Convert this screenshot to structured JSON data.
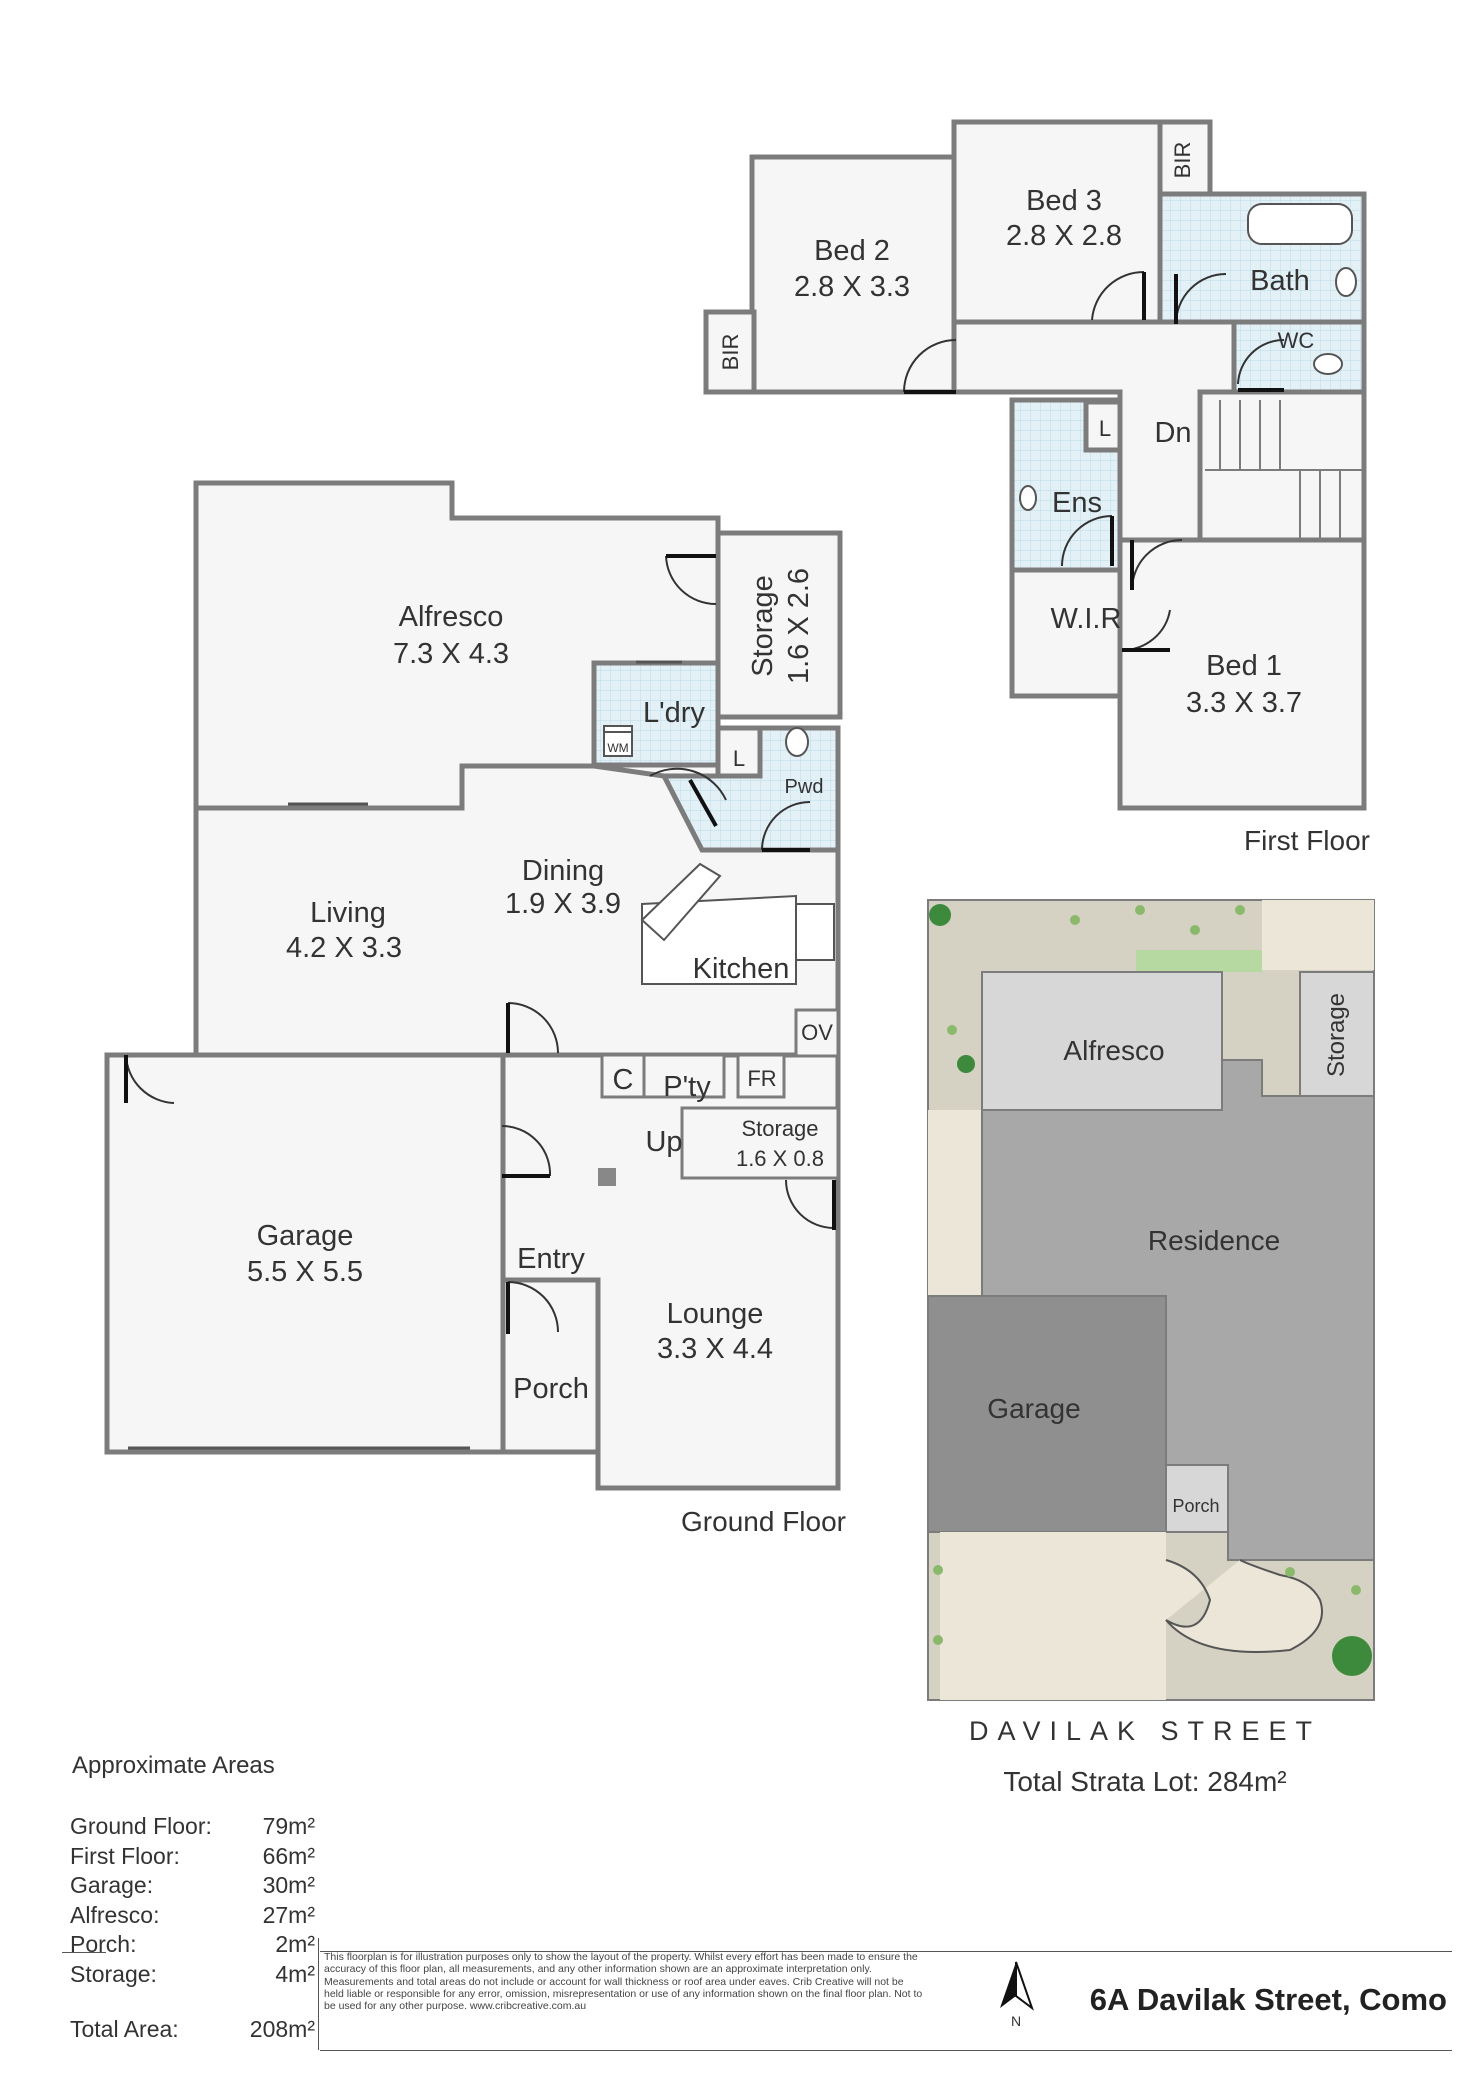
{
  "rooms": {
    "bed2": {
      "name": "Bed 2",
      "dims": "2.8 X 3.3"
    },
    "bed3": {
      "name": "Bed 3",
      "dims": "2.8 X 2.8"
    },
    "bed1": {
      "name": "Bed 1",
      "dims": "3.3 X 3.7"
    },
    "bath": "Bath",
    "wc": "WC",
    "bir": "BIR",
    "linen": "L",
    "down": "Dn",
    "ensuite": "Ens",
    "wir": "W.I.R",
    "alfresco": {
      "name": "Alfresco",
      "dims": "7.3 X 4.3"
    },
    "storage_large": {
      "name": "Storage",
      "dims": "1.6 X 2.6"
    },
    "laundry": "L'dry",
    "washing_machine": "WM",
    "powder": "Pwd",
    "dining": {
      "name": "Dining",
      "dims": "1.9 X 3.9"
    },
    "living": {
      "name": "Living",
      "dims": "4.2 X 3.3"
    },
    "kitchen": "Kitchen",
    "oven": "OV",
    "cupboard": "C",
    "pantry": "P'ty",
    "fridge": "FR",
    "up": "Up",
    "storage_small": {
      "name": "Storage",
      "dims": "1.6 X 0.8"
    },
    "garage": {
      "name": "Garage",
      "dims": "5.5 X 5.5"
    },
    "entry": "Entry",
    "lounge": {
      "name": "Lounge",
      "dims": "3.3 X 4.4"
    },
    "porch": "Porch"
  },
  "floor_labels": {
    "first": "First Floor",
    "ground": "Ground Floor"
  },
  "site_plan": {
    "alfresco": "Alfresco",
    "storage": "Storage",
    "residence": "Residence",
    "garage": "Garage",
    "porch": "Porch",
    "street": "DAVILAK STREET",
    "total_lot": "Total Strata Lot: 284m²",
    "colors": {
      "residence": "#a8a8a8",
      "alfresco": "#d7d7d7",
      "garage": "#8f8f8f",
      "paving": "#ece6d9",
      "garden": "#d5d1c3",
      "lawn": "#b5d9a0",
      "tree": "#3d8a3d"
    }
  },
  "areas": {
    "title": "Approximate Areas",
    "rows": [
      {
        "label": "Ground Floor:",
        "value": "79m²"
      },
      {
        "label": "First Floor:",
        "value": "66m²"
      },
      {
        "label": "Garage:",
        "value": "30m²"
      },
      {
        "label": "Alfresco:",
        "value": "27m²"
      },
      {
        "label": "Porch:",
        "value": "2m²"
      },
      {
        "label": "Storage:",
        "value": "4m²"
      }
    ],
    "total_label": "Total Area:",
    "total_value": "208m²"
  },
  "disclaimer": "This floorplan is for illustration purposes only to show the layout of the property. Whilst every effort has been made to ensure the accuracy of this floor plan, all measurements, and any other information shown are an approximate interpretation only. Measurements and total areas do not include or account for wall thickness or roof area under eaves. Crib Creative will not be held liable or responsible for any error, omission, misrepresentation or use of any information shown on the final floor plan. Not to be used for any other purpose. www.cribcreative.com.au",
  "north_label": "N",
  "address": "6A Davilak Street, Como"
}
